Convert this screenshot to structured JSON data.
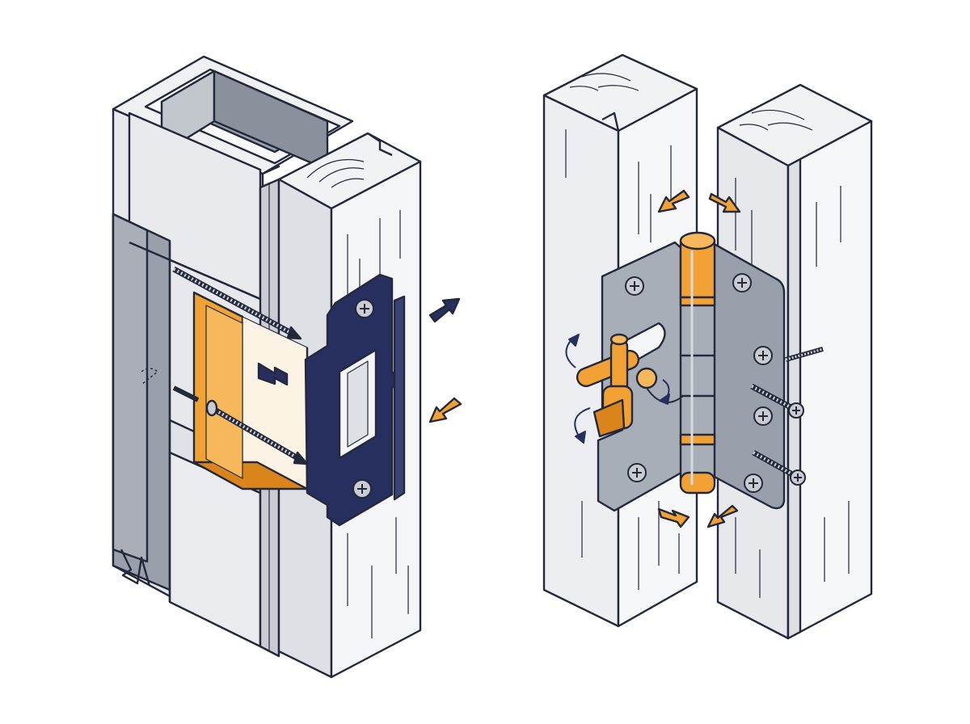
{
  "colors": {
    "background": "#ffffff",
    "outline": "#23283a",
    "light_face": "#eceef1",
    "mid_face": "#d8dbe0",
    "steel": "#9aa0ab",
    "dark_steel": "#7c828d",
    "navy": "#272f5e",
    "orange": "#f2a234",
    "orange_shade": "#d9851c",
    "hinge_metal": "#a8aeb8"
  },
  "panels": [
    {
      "id": "strike-plate-assembly",
      "components": [
        "metal-stud",
        "drywall",
        "wood-jamb",
        "strike-box",
        "strike-plate",
        "long-screws",
        "direction-arrows"
      ]
    },
    {
      "id": "hinge-assembly",
      "components": [
        "door-jamb",
        "door-edge",
        "hinge-leaves",
        "hinge-knuckle",
        "pin-lever",
        "screws",
        "direction-arrows"
      ]
    }
  ],
  "icons": [
    "screw-icon",
    "arrow-icon",
    "rotation-arrow-icon"
  ]
}
